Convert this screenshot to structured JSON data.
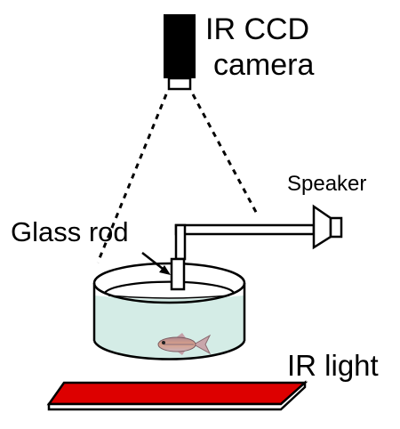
{
  "labels": {
    "camera_line1": "IR CCD",
    "camera_line2": "camera",
    "speaker": "Speaker",
    "glass_rod": "Glass rod",
    "ir_light": "IR light"
  },
  "colors": {
    "ir_light_fill": "#dd0000",
    "water_fill": "#d4ece6",
    "camera_body": "#000000",
    "fish_body": "#c0908c"
  }
}
